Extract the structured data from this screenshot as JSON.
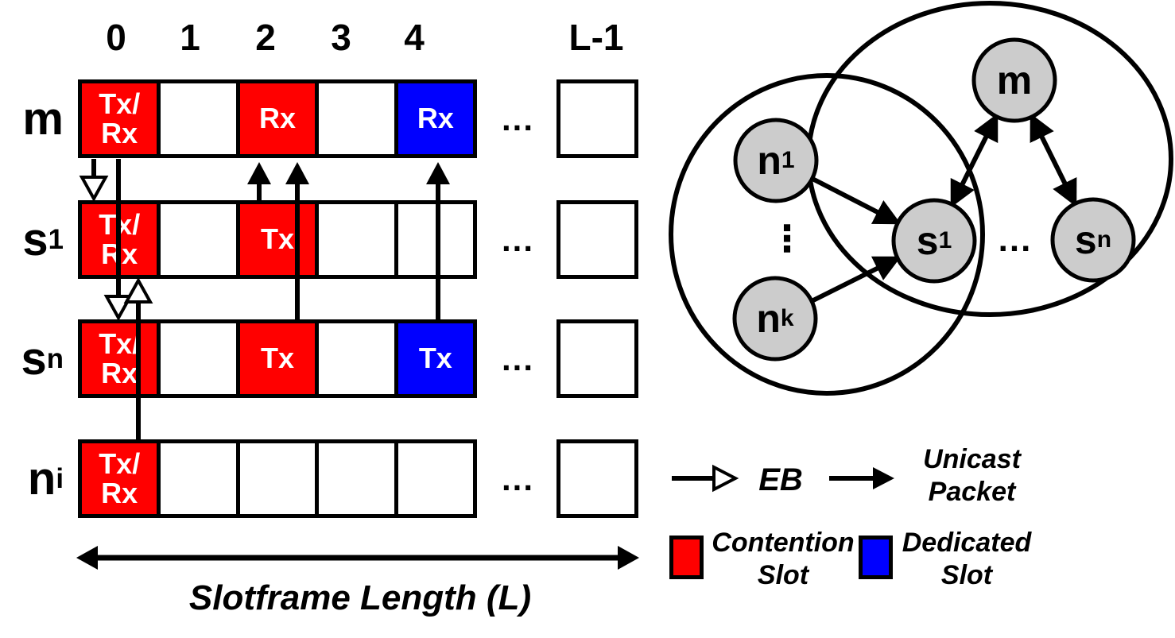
{
  "colors": {
    "contention": "#ff0000",
    "dedicated": "#0000ff",
    "node_fill": "#cccccc"
  },
  "schedule": {
    "column_headers": [
      "0",
      "1",
      "2",
      "3",
      "4"
    ],
    "last_column_header": "L-1",
    "gap_ellipsis": "...",
    "rows": [
      {
        "label": {
          "base": "m",
          "sub": ""
        },
        "cells": [
          {
            "text": "Tx/\nRx",
            "type": "contention"
          },
          {
            "text": "",
            "type": "empty"
          },
          {
            "text": "Rx",
            "type": "contention"
          },
          {
            "text": "",
            "type": "empty"
          },
          {
            "text": "Rx",
            "type": "dedicated"
          }
        ],
        "last_cell": {
          "text": "",
          "type": "empty"
        }
      },
      {
        "label": {
          "base": "s",
          "sub": "1"
        },
        "cells": [
          {
            "text": "Tx/\nRx",
            "type": "contention"
          },
          {
            "text": "",
            "type": "empty"
          },
          {
            "text": "Tx",
            "type": "contention"
          },
          {
            "text": "",
            "type": "empty"
          },
          {
            "text": "",
            "type": "empty"
          }
        ],
        "last_cell": {
          "text": "",
          "type": "empty"
        }
      },
      {
        "label": {
          "base": "s",
          "sub": "n"
        },
        "cells": [
          {
            "text": "Tx/\nRx",
            "type": "contention"
          },
          {
            "text": "",
            "type": "empty"
          },
          {
            "text": "Tx",
            "type": "contention"
          },
          {
            "text": "",
            "type": "empty"
          },
          {
            "text": "Tx",
            "type": "dedicated"
          }
        ],
        "last_cell": {
          "text": "",
          "type": "empty"
        }
      },
      {
        "label": {
          "base": "n",
          "sub": "i"
        },
        "cells": [
          {
            "text": "Tx/\nRx",
            "type": "contention"
          },
          {
            "text": "",
            "type": "empty"
          },
          {
            "text": "",
            "type": "empty"
          },
          {
            "text": "",
            "type": "empty"
          },
          {
            "text": "",
            "type": "empty"
          }
        ],
        "last_cell": {
          "text": "",
          "type": "empty"
        }
      }
    ],
    "length_label": "Slotframe Length (L)"
  },
  "topology": {
    "nodes": [
      {
        "id": "m",
        "base": "m",
        "sub": ""
      },
      {
        "id": "n1",
        "base": "n",
        "sub": "1"
      },
      {
        "id": "s1",
        "base": "s",
        "sub": "1"
      },
      {
        "id": "sn",
        "base": "s",
        "sub": "n"
      },
      {
        "id": "nk",
        "base": "n",
        "sub": "k"
      }
    ],
    "vertical_ellipsis": "⋮",
    "horizontal_ellipsis": "..."
  },
  "legend": {
    "eb_label": "EB",
    "unicast_label": "Unicast\nPacket",
    "contention_label": "Contention\nSlot",
    "dedicated_label": "Dedicated\nSlot"
  }
}
